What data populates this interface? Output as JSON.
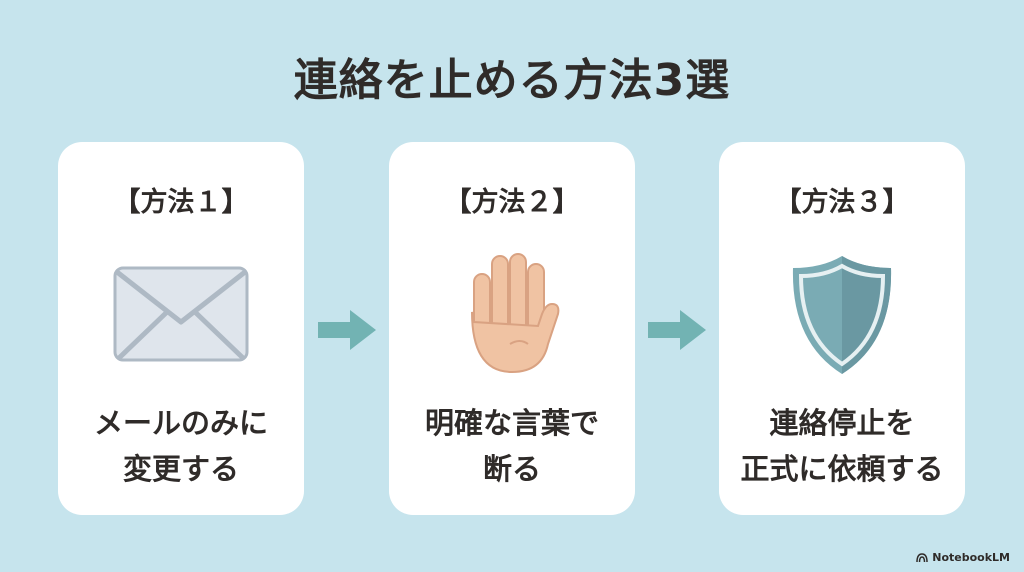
{
  "title": "連絡を止める方法3選",
  "steps": [
    {
      "header": "【方法１】",
      "icon": "envelope-icon",
      "lines": [
        "メールのみに",
        "変更する"
      ]
    },
    {
      "header": "【方法２】",
      "icon": "raised-hand-icon",
      "lines": [
        "明確な言葉で",
        "断る"
      ]
    },
    {
      "header": "【方法３】",
      "icon": "shield-icon",
      "lines": [
        "連絡停止を",
        "正式に依頼する"
      ]
    }
  ],
  "brand": "NotebookLM",
  "colors": {
    "background": "#c6e4ed",
    "arrow": "#72b3b3",
    "shield": "#77a9b2"
  }
}
